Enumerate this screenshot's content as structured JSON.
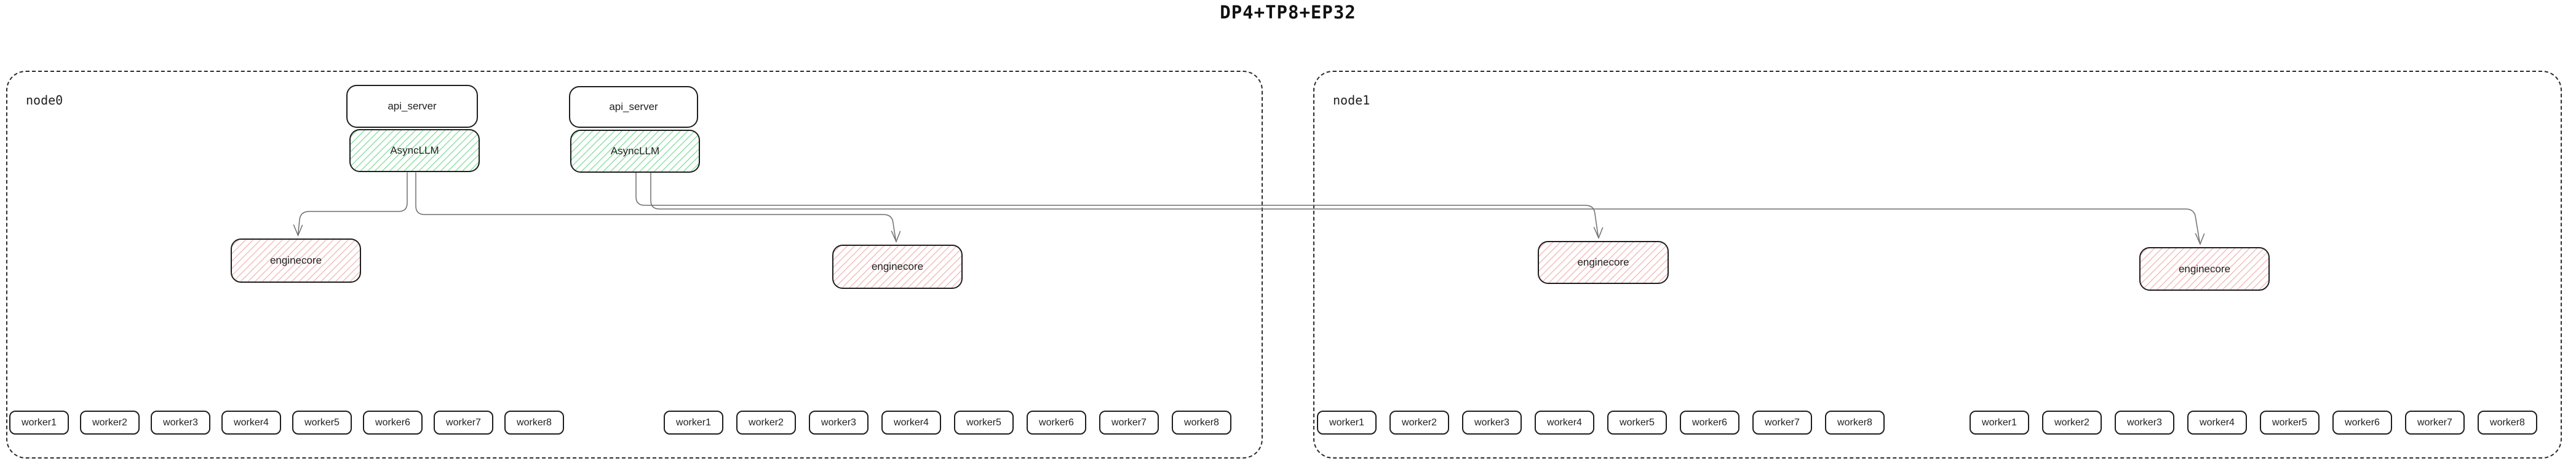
{
  "title": "DP4+TP8+EP32",
  "colors": {
    "background": "#ffffff",
    "box_border": "#1e1e1e",
    "node_border": "#2b2b2b",
    "connector": "#6e6e6e",
    "async_llm_hatch": "#8ce0a4",
    "enginecore_hatch": "#f4bcbc",
    "text": "#1f1f1f"
  },
  "nodes": [
    {
      "label": "node0"
    },
    {
      "label": "node1"
    }
  ],
  "components": {
    "api_server": "api_server",
    "async_llm": "AsyncLLM",
    "enginecore": "enginecore"
  },
  "worker_labels": [
    "worker1",
    "worker2",
    "worker3",
    "worker4",
    "worker5",
    "worker6",
    "worker7",
    "worker8"
  ]
}
